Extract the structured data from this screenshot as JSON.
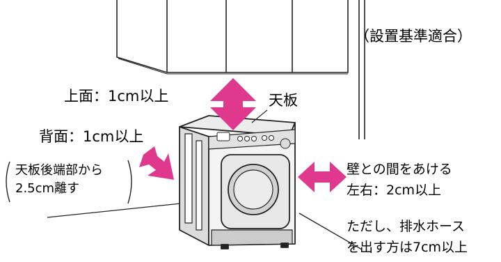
{
  "labels": {
    "standard_note": "（設置基準適合）",
    "top_clearance": "上面：1cm以上",
    "top_panel": "天板",
    "back_clearance": "背面：1cm以上",
    "back_note_line1": "天板後端部から",
    "back_note_line2": "2.5cm離す",
    "side_line1": "壁との間をあける",
    "side_line2": "左右：2cm以上",
    "hose_line1": "ただし、排水ホース",
    "hose_line2": "を出す方は7cm以上"
  },
  "colors": {
    "arrow": "#e0388c",
    "outline": "#222222",
    "body_fill": "#f2f2f2",
    "panel_fill": "#d8d8d8",
    "door_fill": "#e6e6e6"
  },
  "icons": {
    "up_down_arrow": "double-arrow-vertical",
    "back_arrow": "double-arrow-diagonal",
    "side_arrow": "double-arrow-horizontal"
  }
}
